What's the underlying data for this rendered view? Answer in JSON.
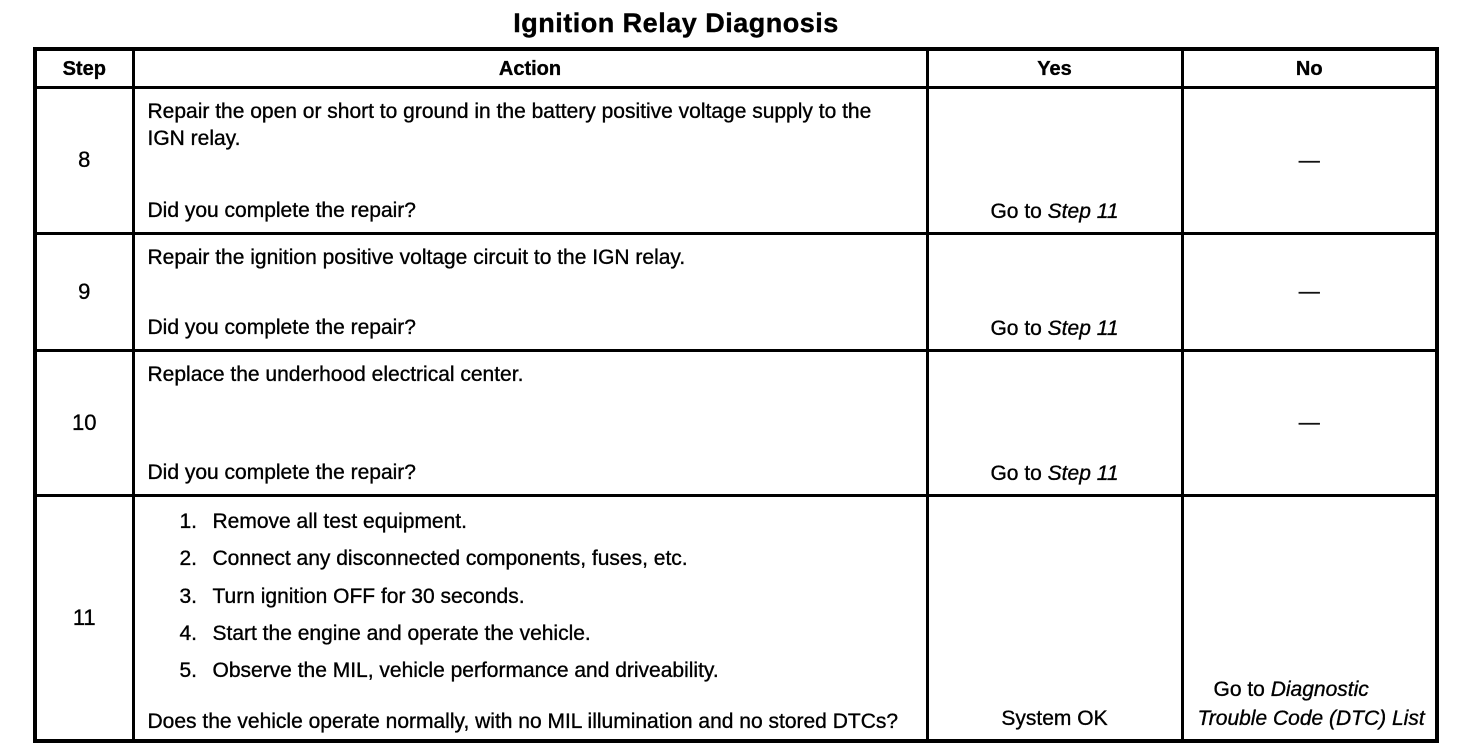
{
  "title": "Ignition Relay Diagnosis",
  "table": {
    "columns": [
      "Step",
      "Action",
      "Yes",
      "No"
    ],
    "rows": [
      {
        "step": "8",
        "action": "Repair the open or short to ground in the battery positive voltage supply to the IGN relay.",
        "question": "Did you complete the repair?",
        "yes_prefix": "Go to ",
        "yes_target": "Step 11",
        "no_text": "—"
      },
      {
        "step": "9",
        "action": "Repair the ignition positive voltage circuit to the IGN relay.",
        "question": "Did you complete the repair?",
        "yes_prefix": "Go to ",
        "yes_target": "Step 11",
        "no_text": "—"
      },
      {
        "step": "10",
        "action": "Replace the underhood electrical center.",
        "question": "Did you complete the repair?",
        "yes_prefix": "Go to ",
        "yes_target": "Step 11",
        "no_text": "—"
      },
      {
        "step": "11",
        "list_numbers": [
          "1.",
          "2.",
          "3.",
          "4.",
          "5."
        ],
        "action_list": [
          "Remove all test equipment.",
          "Connect any disconnected components, fuses, etc.",
          "Turn ignition OFF for 30 seconds.",
          "Start the engine and operate the vehicle.",
          "Observe the MIL, vehicle performance and driveability."
        ],
        "question": "Does the vehicle operate normally, with no MIL illumination and no stored DTCs?",
        "yes_text": "System OK",
        "no_prefix": "Go to ",
        "no_target": "Diagnostic Trouble Code (DTC) List"
      }
    ]
  },
  "colors": {
    "ink": "#000000",
    "paper": "#ffffff"
  }
}
